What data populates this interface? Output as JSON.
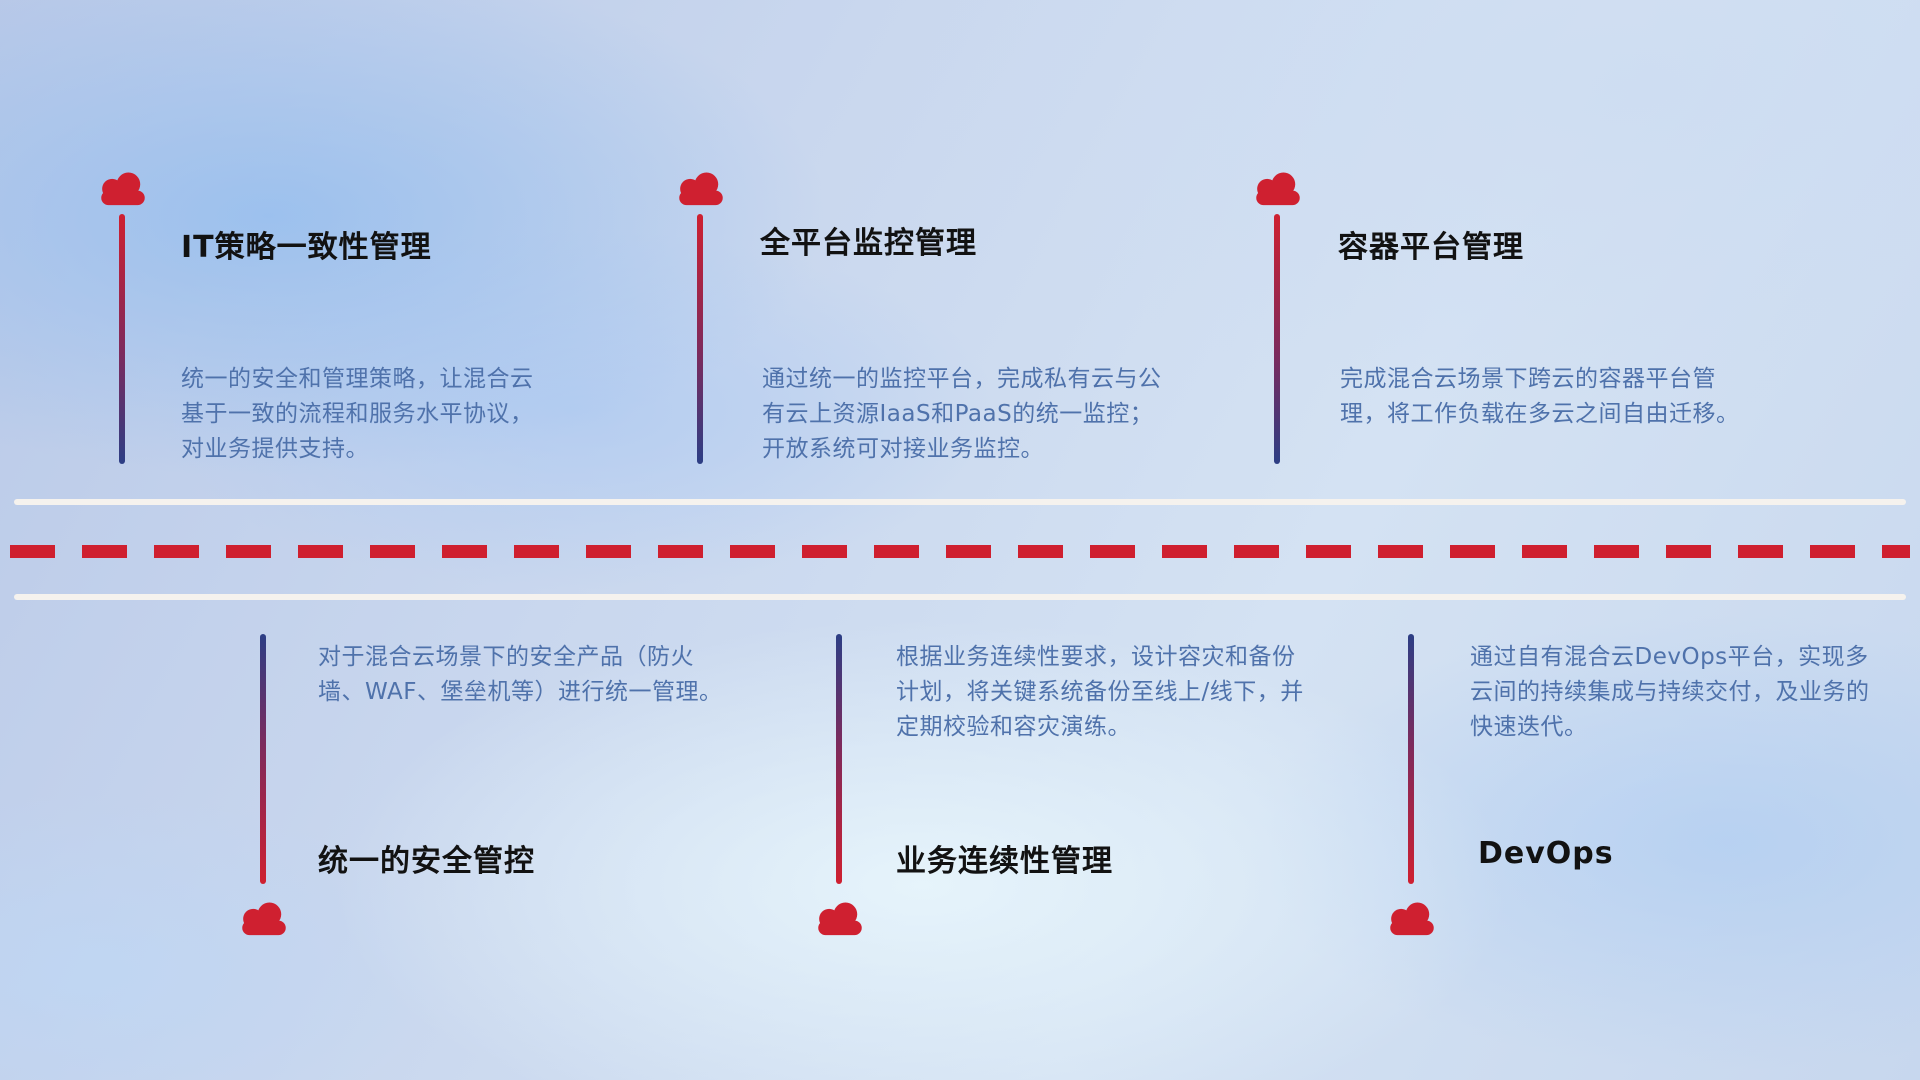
{
  "diagram": {
    "type": "infographic-timeline",
    "theme": "hybrid-cloud management capabilities",
    "colors": {
      "accent_red": "#cf2030",
      "line_navy": "#2c3e85",
      "title_color": "#121212",
      "description_color": "#4f72ab",
      "divider_white": "#f5f2ee",
      "background_blue": "#c9d7ee"
    },
    "icons": {
      "marker": "cloud-icon"
    },
    "items": [
      {
        "id": "it-policy",
        "row": "top",
        "title": "IT策略一致性管理",
        "description": "统一的安全和管理策略，让混合云基于一致的流程和服务水平协议，对业务提供支持。"
      },
      {
        "id": "monitoring",
        "row": "top",
        "title": "全平台监控管理",
        "description": "通过统一的监控平台，完成私有云与公有云上资源IaaS和PaaS的统一监控；开放系统可对接业务监控。"
      },
      {
        "id": "container-platform",
        "row": "top",
        "title": "容器平台管理",
        "description": "完成混合云场景下跨云的容器平台管理，将工作负载在多云之间自由迁移。"
      },
      {
        "id": "security-control",
        "row": "bottom",
        "title": "统一的安全管控",
        "description": "对于混合云场景下的安全产品（防火墙、WAF、堡垒机等）进行统一管理。"
      },
      {
        "id": "business-continuity",
        "row": "bottom",
        "title": "业务连续性管理",
        "description": "根据业务连续性要求，设计容灾和备份计划，将关键系统备份至线上/线下，并定期校验和容灾演练。"
      },
      {
        "id": "devops",
        "row": "bottom",
        "title": "DevOps",
        "description": "通过自有混合云DevOps平台，实现多云间的持续集成与持续交付，及业务的快速迭代。"
      }
    ]
  }
}
